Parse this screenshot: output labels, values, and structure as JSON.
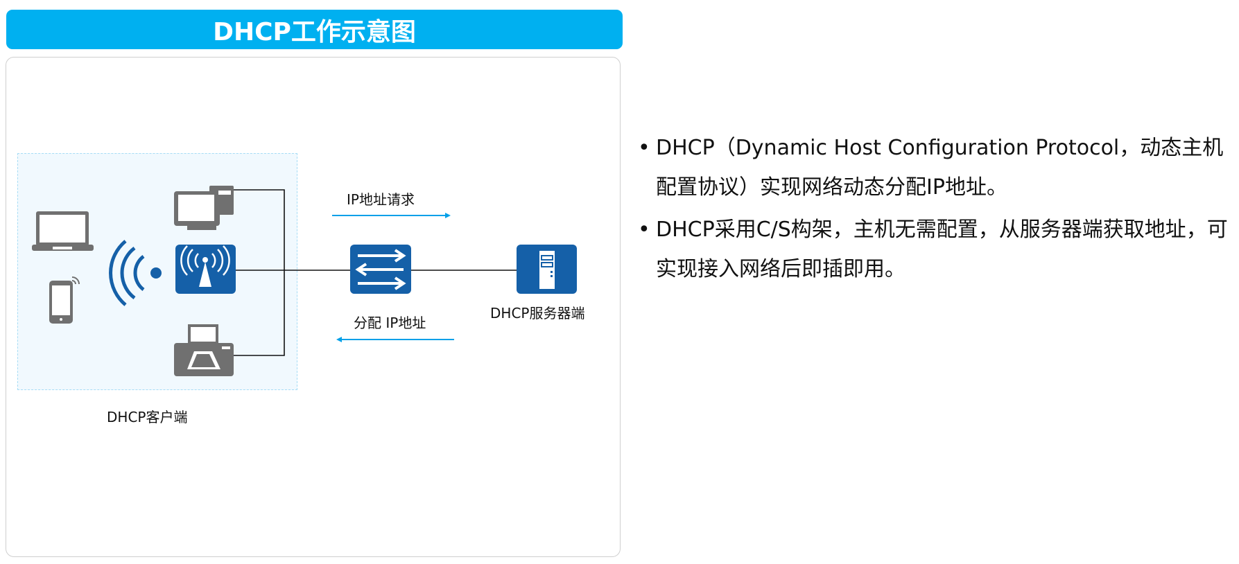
{
  "title": "DHCP工作示意图",
  "diagram": {
    "request_label": "IP地址请求",
    "assign_label": "分配 IP地址",
    "server_label": "DHCP服务器端",
    "client_label": "DHCP客户端",
    "colors": {
      "accent": "#00b0f0",
      "device_blue": "#1560a8",
      "device_gray": "#707070"
    }
  },
  "bullets": [
    {
      "symbol": "•",
      "text": "DHCP（Dynamic Host Configuration Protocol，动态主机配置协议）实现网络动态分配IP地址。"
    },
    {
      "symbol": "•",
      "text": "DHCP采用C/S构架，主机无需配置，从服务器端获取地址，可实现接入网络后即插即用。"
    }
  ]
}
